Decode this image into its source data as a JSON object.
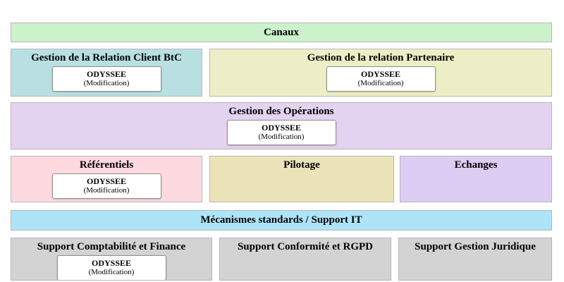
{
  "diagram": {
    "blocks": {
      "canaux": {
        "label": "Canaux",
        "color": "#ccf2cc"
      },
      "relation_client_btc": {
        "label": "Gestion de la Relation Client BtC",
        "color": "#b8e0e2",
        "app": {
          "name": "ODYSSEE",
          "status": "(Modification)"
        }
      },
      "relation_partenaire": {
        "label": "Gestion de la relation Partenaire",
        "color": "#eeeec6",
        "app": {
          "name": "ODYSSEE",
          "status": "(Modification)"
        }
      },
      "operations": {
        "label": "Gestion des Opérations",
        "color": "#e4d3f0",
        "app": {
          "name": "ODYSSEE",
          "status": "(Modification)"
        }
      },
      "referentiels": {
        "label": "Référentiels",
        "color": "#ffd9e0",
        "app": {
          "name": "ODYSSEE",
          "status": "(Modification)"
        }
      },
      "pilotage": {
        "label": "Pilotage",
        "color": "#ece4b8"
      },
      "echanges": {
        "label": "Echanges",
        "color": "#ddcdf5"
      },
      "mecanismes_support_it": {
        "label": "Mécanismes standards / Support IT",
        "color": "#aee4f8"
      },
      "support_comptabilite_finance": {
        "label": "Support Comptabilité et Finance",
        "color": "#d3d3d3",
        "app": {
          "name": "ODYSSEE",
          "status": "(Modification)"
        }
      },
      "support_conformite_rgpd": {
        "label": "Support Conformité et RGPD",
        "color": "#d3d3d3"
      },
      "support_gestion_juridique": {
        "label": "Support Gestion Juridique",
        "color": "#d3d3d3"
      }
    }
  }
}
